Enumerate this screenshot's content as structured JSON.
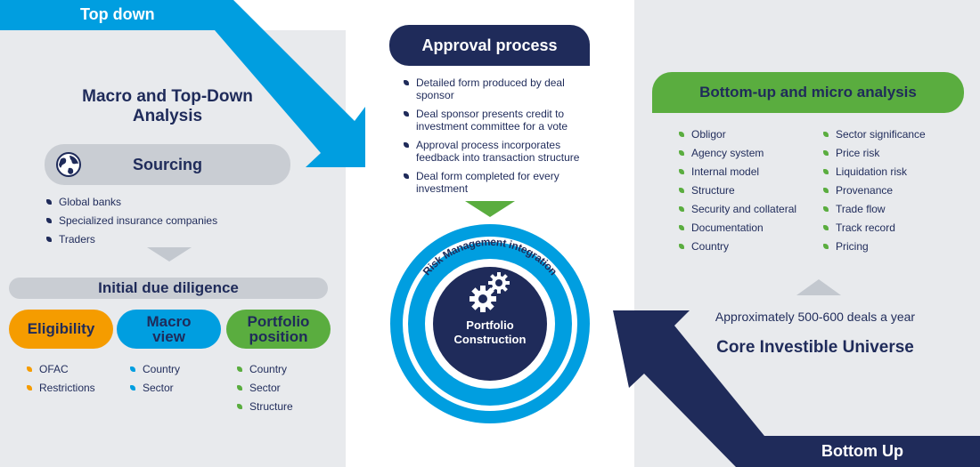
{
  "top_down": {
    "label": "Top down",
    "heading": "Macro and Top-Down Analysis",
    "sourcing": {
      "label": "Sourcing",
      "items": [
        "Global banks",
        "Specialized insurance companies",
        "Traders"
      ]
    },
    "due_diligence": {
      "label": "Initial due diligence",
      "columns": [
        {
          "label": "Eligibility",
          "color": "#f59c00",
          "items": [
            "OFAC",
            "Restrictions"
          ]
        },
        {
          "label": "Macro view",
          "color": "#009ee0",
          "items": [
            "Country",
            "Sector"
          ]
        },
        {
          "label": "Portfolio position",
          "color": "#5aad3f",
          "items": [
            "Country",
            "Sector",
            "Structure"
          ]
        }
      ]
    }
  },
  "approval": {
    "label": "Approval process",
    "items": [
      "Detailed form produced by deal sponsor",
      "Deal sponsor presents credit to investment committee for a vote",
      "Approval process incorporates feedback into transaction structure",
      "Deal form completed for every investment"
    ]
  },
  "center": {
    "ring_label": "Risk Management integration",
    "core_label": "Portfolio Construction",
    "icon": "gears-icon"
  },
  "bottom_up": {
    "label": "Bottom Up",
    "heading": "Bottom-up and micro analysis",
    "col1": [
      "Obligor",
      "Agency system",
      "Internal model",
      "Structure",
      "Security and collateral",
      "Documentation",
      "Country"
    ],
    "col2": [
      "Sector significance",
      "Price risk",
      "Liquidation risk",
      "Provenance",
      "Trade flow",
      "Track record",
      "Pricing"
    ],
    "deals_text": "Approximately 500-600 deals a year",
    "universe": "Core Investible Universe"
  },
  "colors": {
    "navy": "#1f2b5a",
    "blue": "#009ee0",
    "green": "#5aad3f",
    "orange": "#f59c00",
    "grey": "#e8eaed"
  }
}
